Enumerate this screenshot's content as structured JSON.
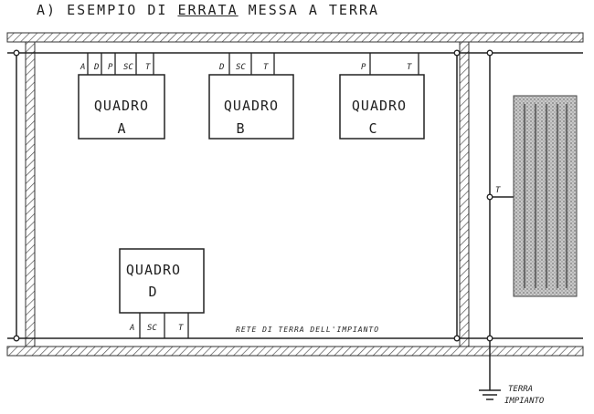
{
  "title": {
    "prefix": "A)",
    "pre": "ESEMPIO DI",
    "underlined": "ERRATA",
    "post": "MESSA A TERRA"
  },
  "panels": [
    {
      "id": "a",
      "title": "QUADRO",
      "letter": "A",
      "terminals": [
        "A",
        "D",
        "P",
        "SC",
        "T"
      ]
    },
    {
      "id": "b",
      "title": "QUADRO",
      "letter": "B",
      "terminals": [
        "D",
        "SC",
        "T"
      ]
    },
    {
      "id": "c",
      "title": "QUADRO",
      "letter": "C",
      "terminals": [
        "P",
        "T"
      ]
    },
    {
      "id": "d",
      "title": "QUADRO",
      "letter": "D",
      "terminals": [
        "A",
        "SC",
        "T"
      ]
    }
  ],
  "network_label": "RETE DI TERRA DELL'IMPIANTO",
  "ground_node_label": "T",
  "earth_label_line1": "TERRA",
  "earth_label_line2": "IMPIANTO",
  "colors": {
    "ink": "#222222",
    "hatch": "#555555",
    "shaded_block": "#9a9a9a"
  }
}
